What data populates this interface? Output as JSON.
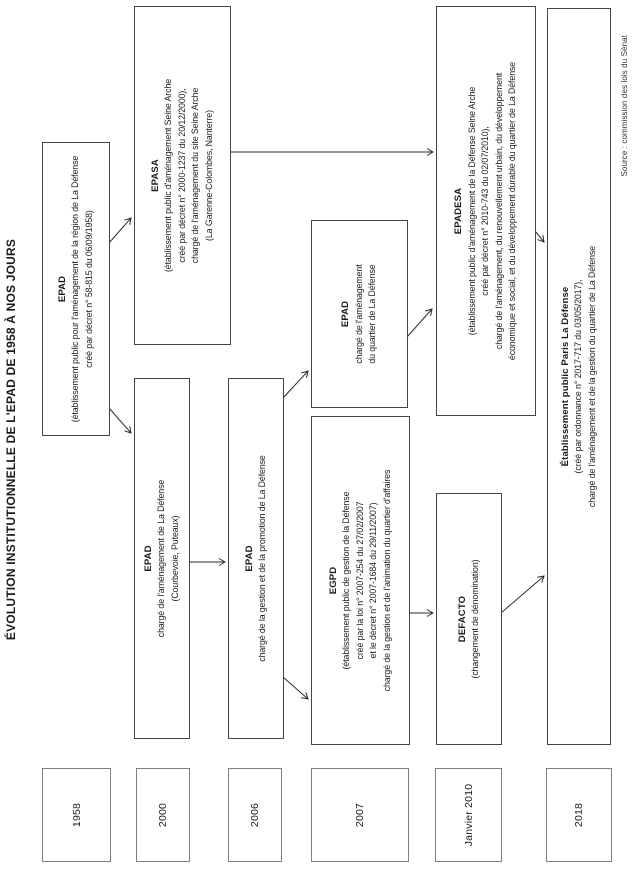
{
  "title": "ÉVOLUTION INSTITUTIONNELLE DE L'EPAD DE 1958 À NOS JOURS",
  "source": "Source : commission des lois du Sénat",
  "timeline": {
    "years": [
      "1958",
      "2000",
      "2006",
      "2007",
      "Janvier 2010",
      "2018"
    ]
  },
  "nodes": {
    "epad_1958": {
      "name": "EPAD",
      "lines": [
        "(établissement public pour l'aménagement de la région de La Défense",
        "créé par décret n° 58-815  du 06/09/1958)"
      ]
    },
    "epasa": {
      "name": "EPASA",
      "lines": [
        "(établissement public d'aménagement Seine Arche",
        "créé par décret n° 2000-1237 du 20/12/2000),",
        "chargé de l'aménagement du site Seine Arche",
        "(La Garenne-Colombes, Nanterre)"
      ]
    },
    "epad_2000": {
      "name": "EPAD",
      "lines": [
        "chargé de l'aménagement de La Défense",
        "(Courbevoie, Puteaux)"
      ]
    },
    "epad_2006": {
      "name": "EPAD",
      "lines": [
        "chargé de la gestion et de la promotion de La Défense"
      ]
    },
    "epad_quartier": {
      "name": "EPAD",
      "lines": [
        "chargé de l'aménagement",
        "du quartier de La Défense"
      ]
    },
    "egpd": {
      "name": "EGPD",
      "lines": [
        "(établissement public de gestion de la Défense",
        "créé par la loi n° 2007-254 du 27/02/2007",
        "et le décret n° 2007-1684 du 29/11/2007)",
        "chargé de la gestion et de l'animation du quartier d'affaires"
      ]
    },
    "defacto": {
      "name": "DEFACTO",
      "lines": [
        "(changement de dénomination)"
      ]
    },
    "epadesa": {
      "name": "EPADESA",
      "lines": [
        "(établissement public d'aménagement de la Défense Seine Arche",
        "créé par décret n° 2010-743 du 02/07/2010),",
        "chargé de l'aménagement, du renouvellement urbain, du développement",
        "économique et social, et du développement durable du quartier de La Défense"
      ]
    },
    "paris_la_defense": {
      "name": "Établissement public Paris La Défense",
      "lines": [
        "(créé par ordonnance n° 2017-717 du 03/05/2017),",
        "chargé de l'aménagement et de la gestion du quartier de La Défense"
      ]
    }
  },
  "edges": [
    {
      "from": "epad_1958",
      "to": "epasa"
    },
    {
      "from": "epad_1958",
      "to": "epad_2000"
    },
    {
      "from": "epad_2000",
      "to": "epad_2006"
    },
    {
      "from": "epad_2006",
      "to": "epad_quartier"
    },
    {
      "from": "epad_2006",
      "to": "egpd"
    },
    {
      "from": "epad_quartier",
      "to": "epadesa"
    },
    {
      "from": "epasa",
      "to": "epadesa"
    },
    {
      "from": "egpd",
      "to": "defacto"
    },
    {
      "from": "defacto",
      "to": "paris_la_defense"
    },
    {
      "from": "epadesa",
      "to": "paris_la_defense"
    }
  ],
  "colors": {
    "background": "#ffffff",
    "node_border": "#454545",
    "year_border": "#7f7f7f",
    "text": "#1a1a1a",
    "arrow": "#2b2b2b"
  }
}
